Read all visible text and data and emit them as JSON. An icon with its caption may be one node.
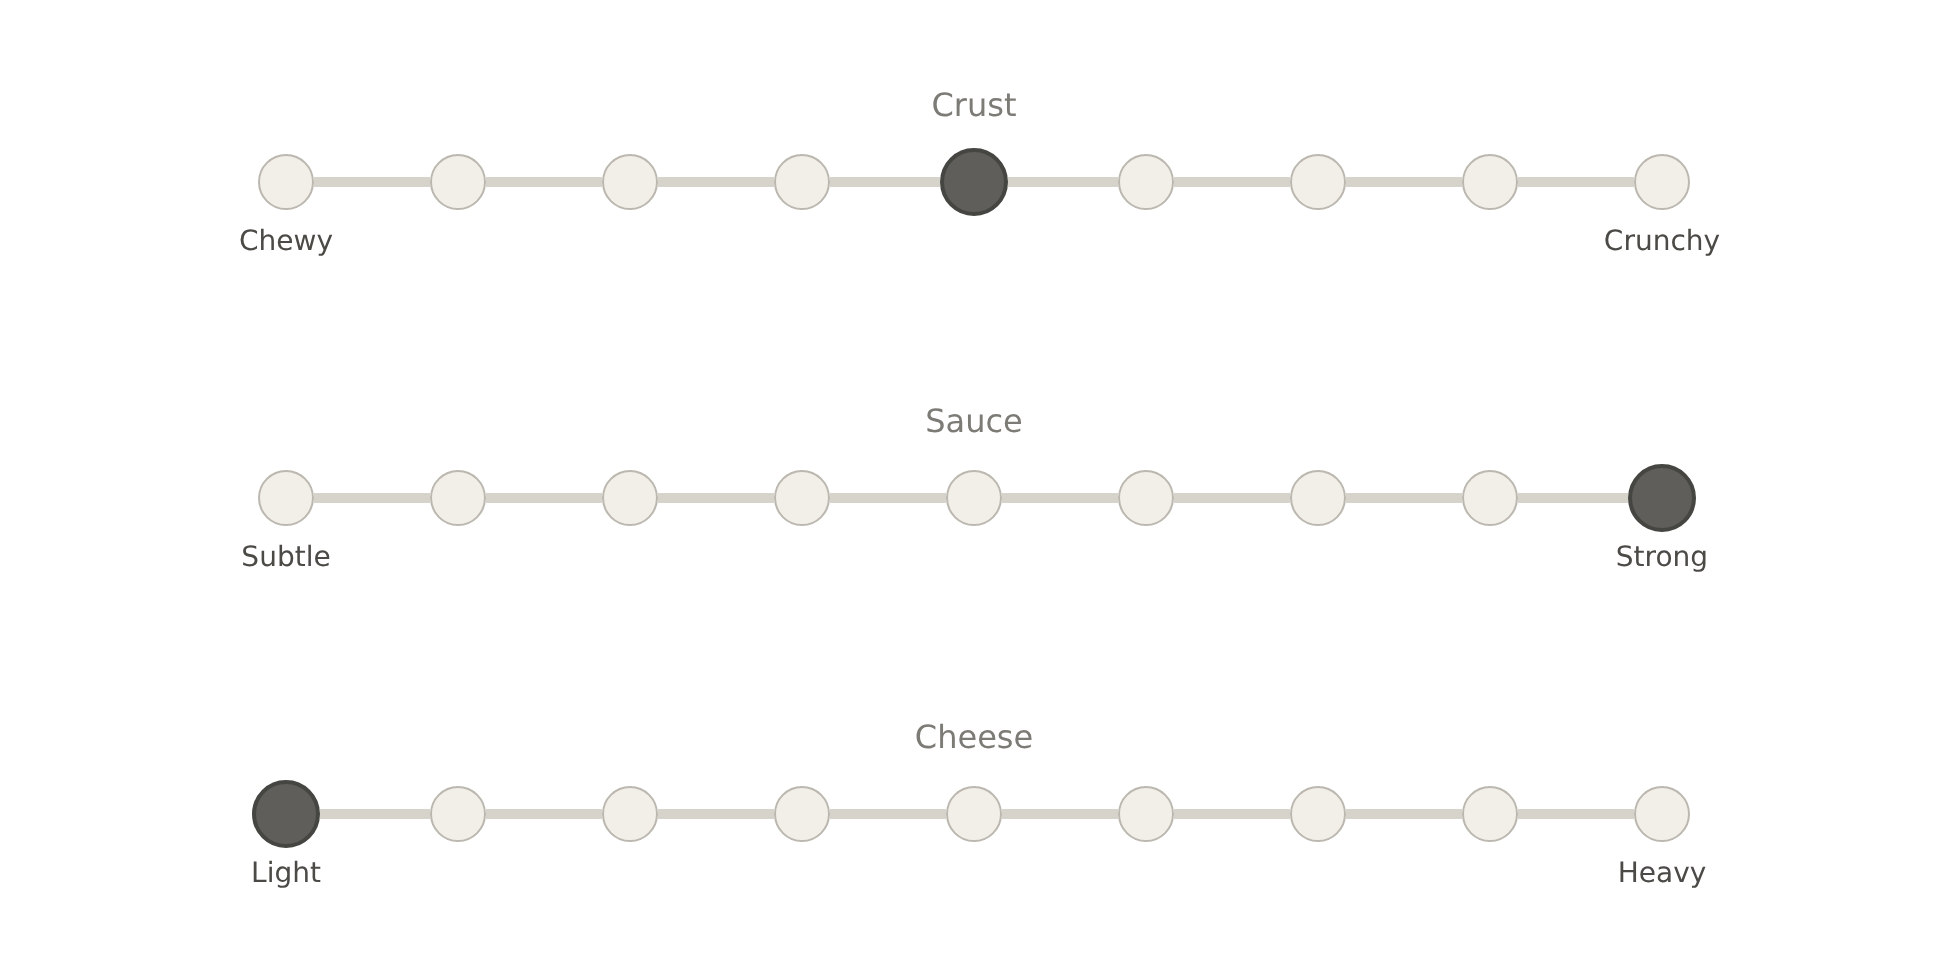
{
  "diagram": {
    "nodes": [
      {
        "text": [],
        "shape": "circle",
        "beside": [
          "Chewy"
        ]
      },
      {
        "text": [],
        "shape": "circle"
      },
      {
        "text": [],
        "shape": "circle"
      },
      {
        "text": [],
        "shape": "circle"
      },
      {
        "text": [],
        "shape": "circle"
      },
      {
        "text": [],
        "shape": "circle"
      },
      {
        "text": [],
        "shape": "circle"
      },
      {
        "text": [],
        "shape": "circle"
      },
      {
        "text": [],
        "shape": "circle",
        "beside": [
          "Crunchy"
        ]
      },
      {
        "text": [],
        "shape": "circle",
        "beside": [
          "Subtle"
        ]
      },
      {
        "text": [],
        "shape": "circle"
      },
      {
        "text": [],
        "shape": "circle"
      },
      {
        "text": [],
        "shape": "circle"
      },
      {
        "text": [],
        "shape": "circle"
      },
      {
        "text": [],
        "shape": "circle"
      },
      {
        "text": [],
        "shape": "circle"
      },
      {
        "text": [],
        "shape": "circle"
      },
      {
        "text": [],
        "shape": "circle",
        "beside": [
          "Strong"
        ]
      },
      {
        "text": [],
        "shape": "circle",
        "beside": [
          "Light"
        ]
      },
      {
        "text": [],
        "shape": "circle"
      },
      {
        "text": [],
        "shape": "circle"
      },
      {
        "text": [],
        "shape": "circle"
      },
      {
        "text": [],
        "shape": "circle"
      },
      {
        "text": [],
        "shape": "circle"
      },
      {
        "text": [],
        "shape": "circle"
      },
      {
        "text": [],
        "shape": "circle"
      },
      {
        "text": [],
        "shape": "circle",
        "beside": [
          "Heavy"
        ]
      }
    ],
    "edges": [
      {
        "from": 0,
        "to": 1,
        "arrow": "none"
      },
      {
        "from": 1,
        "to": 2,
        "arrow": "none"
      },
      {
        "from": 2,
        "to": 3,
        "arrow": "none"
      },
      {
        "from": 3,
        "to": 4,
        "arrow": "none"
      },
      {
        "from": 4,
        "to": 5,
        "arrow": "none"
      },
      {
        "from": 5,
        "to": 6,
        "arrow": "none"
      },
      {
        "from": 6,
        "to": 7,
        "arrow": "none"
      },
      {
        "from": 7,
        "to": 8,
        "arrow": "none"
      },
      {
        "from": 9,
        "to": 10,
        "arrow": "none"
      },
      {
        "from": 10,
        "to": 11,
        "arrow": "none"
      },
      {
        "from": 11,
        "to": 12,
        "arrow": "none"
      },
      {
        "from": 12,
        "to": 13,
        "arrow": "none"
      },
      {
        "from": 13,
        "to": 14,
        "arrow": "none"
      },
      {
        "from": 14,
        "to": 15,
        "arrow": "none"
      },
      {
        "from": 15,
        "to": 16,
        "arrow": "none"
      },
      {
        "from": 16,
        "to": 17,
        "arrow": "none"
      },
      {
        "from": 18,
        "to": 19,
        "arrow": "none"
      },
      {
        "from": 19,
        "to": 20,
        "arrow": "none"
      },
      {
        "from": 20,
        "to": 21,
        "arrow": "none"
      },
      {
        "from": 21,
        "to": 22,
        "arrow": "none"
      },
      {
        "from": 22,
        "to": 23,
        "arrow": "none"
      },
      {
        "from": 23,
        "to": 24,
        "arrow": "none"
      },
      {
        "from": 24,
        "to": 25,
        "arrow": "none"
      },
      {
        "from": 25,
        "to": 26,
        "arrow": "none"
      }
    ],
    "labels": [
      "Crust",
      "Sauce",
      "Cheese"
    ]
  }
}
